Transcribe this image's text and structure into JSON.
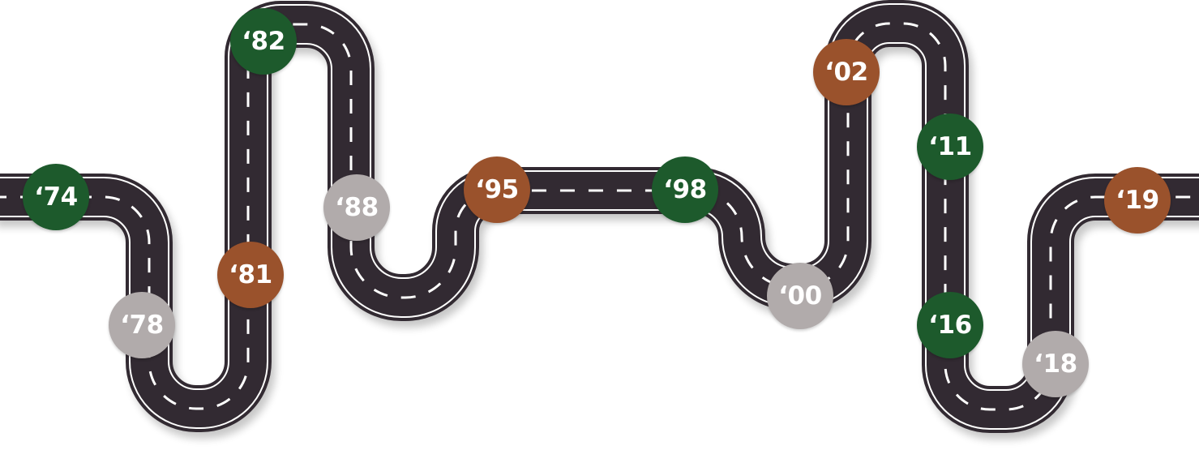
{
  "timeline": {
    "colors": {
      "road": "#332c30",
      "road_edge": "#ffffff",
      "center_dash": "#ffffff",
      "green": "#1d5a2c",
      "brown": "#9a522c",
      "gray": "#b1abab"
    },
    "milestones": [
      {
        "label": "‘74",
        "color": "green"
      },
      {
        "label": "‘78",
        "color": "gray"
      },
      {
        "label": "‘81",
        "color": "brown"
      },
      {
        "label": "‘82",
        "color": "green"
      },
      {
        "label": "‘88",
        "color": "gray"
      },
      {
        "label": "‘95",
        "color": "brown"
      },
      {
        "label": "‘98",
        "color": "green"
      },
      {
        "label": "‘00",
        "color": "gray"
      },
      {
        "label": "‘02",
        "color": "brown"
      },
      {
        "label": "‘11",
        "color": "green"
      },
      {
        "label": "‘16",
        "color": "green"
      },
      {
        "label": "‘18",
        "color": "gray"
      },
      {
        "label": "‘19",
        "color": "brown"
      }
    ]
  }
}
